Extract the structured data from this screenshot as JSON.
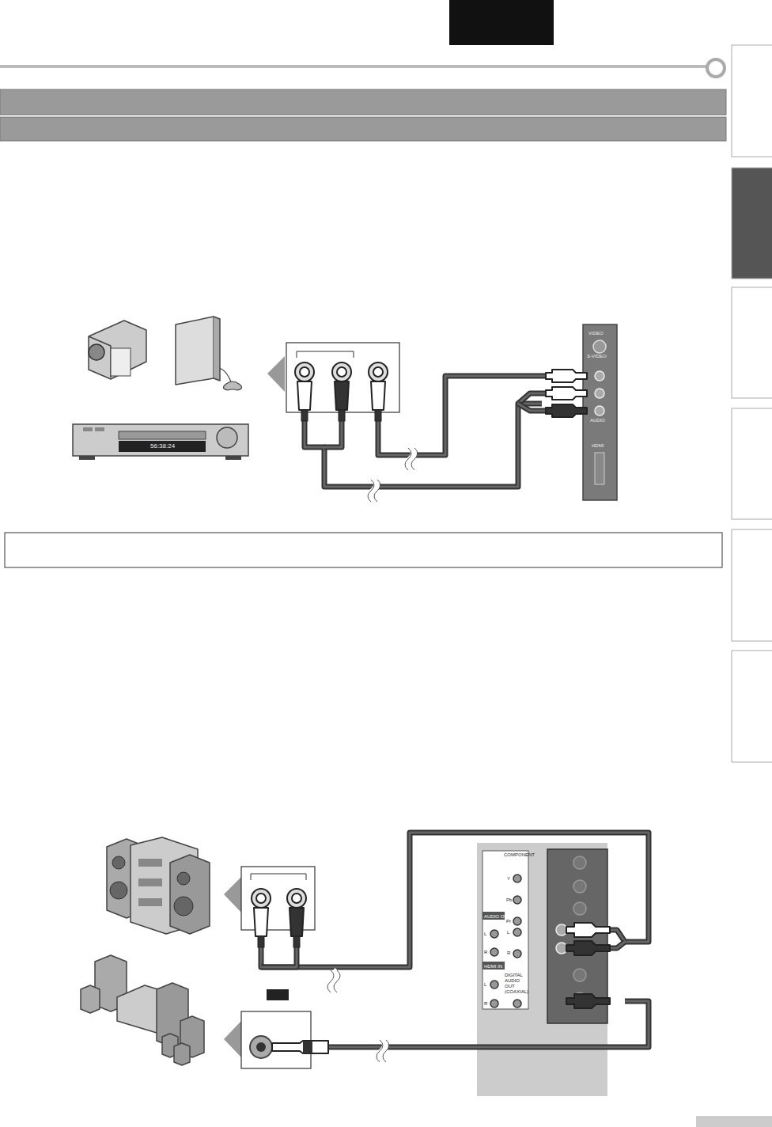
{
  "diagram": {
    "labels": [
      "VIDEO",
      "S-VIDEO",
      "AUDIO",
      "HDMI",
      "COMPONENT",
      "Y",
      "Pb",
      "Pr",
      "L",
      "R",
      "AUDIO OUT",
      "L",
      "R",
      "HDMI IN",
      "L",
      "R",
      "DIGITAL AUDIO OUT (COAXIAL)",
      "56:38:24"
    ]
  }
}
